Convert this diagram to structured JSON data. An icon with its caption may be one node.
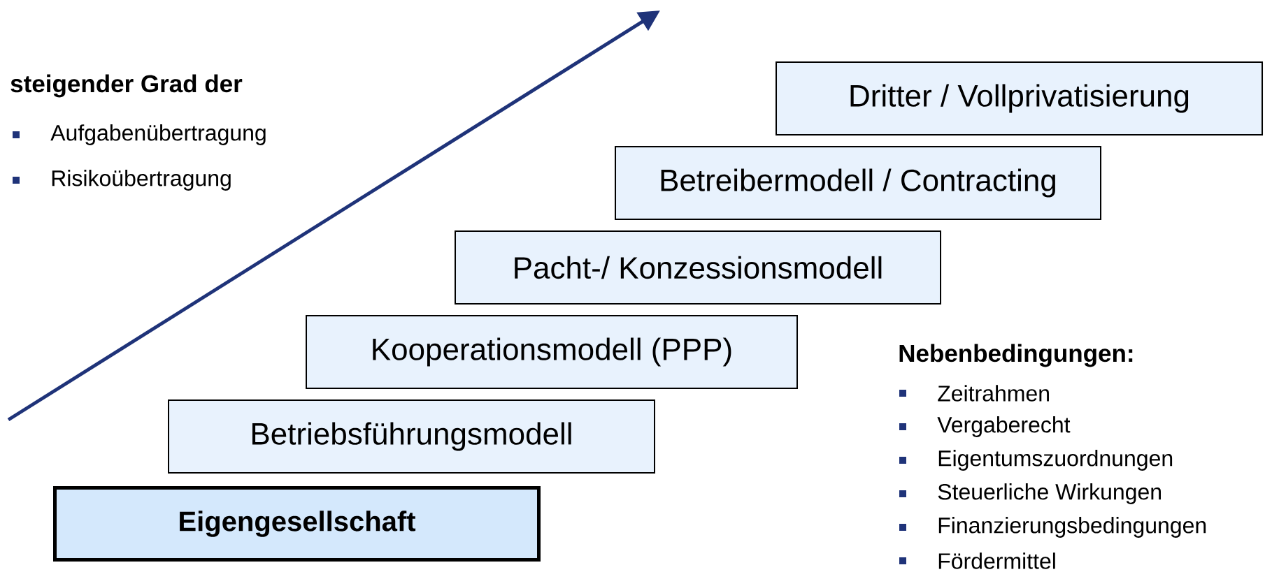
{
  "diagram": {
    "nodes": [
      {
        "text": [
          "Dritter / Vollprivatisierung"
        ]
      },
      {
        "text": [
          "Betreibermodell / Contracting"
        ]
      },
      {
        "text": [
          "Pacht-/ Konzessionsmodell"
        ]
      },
      {
        "text": [
          "Kooperationsmodell (PPP)"
        ]
      },
      {
        "text": [
          "Betriebsführungsmodell"
        ]
      },
      {
        "text": [
          "Eigengesellschaft"
        ]
      }
    ],
    "labels": [
      "steigender Grad der",
      "Aufgabenübertragung",
      "Risikoübertragung",
      "Nebenbedingungen:",
      "Zeitrahmen",
      "Vergaberecht",
      "Eigentumszuordnungen",
      "Steuerliche Wirkungen",
      "Finanzierungsbedingungen",
      "Fördermittel"
    ]
  }
}
